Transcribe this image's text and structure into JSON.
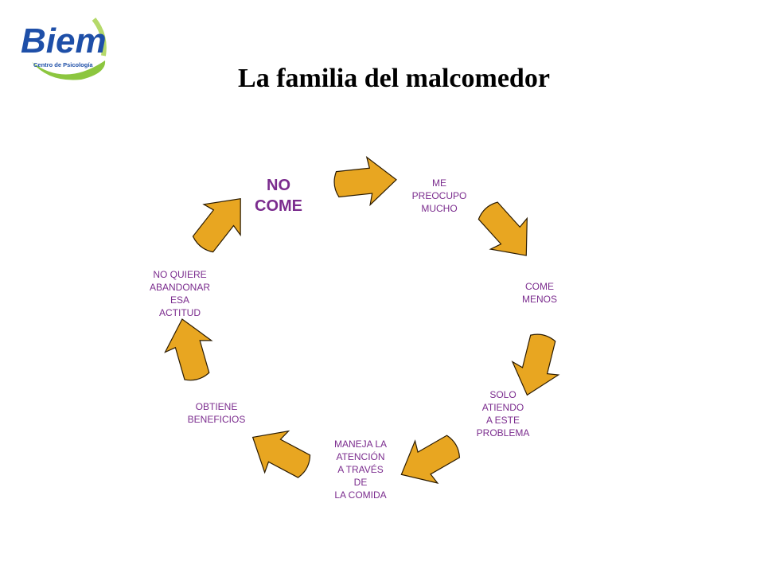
{
  "logo": {
    "brand": "Biem",
    "tagline": "Centro de Psicología"
  },
  "title": "La familia del malcomedor",
  "colors": {
    "arrow_fill": "#E8A621",
    "arrow_stroke": "#2a1a00",
    "text": "#7B2C8E",
    "logo_blue": "#1E4FA8",
    "logo_green": "#8CC63F"
  },
  "cycle": [
    {
      "id": "no-come",
      "label": "NO\nCOME"
    },
    {
      "id": "me-preocupo",
      "label": "ME\nPREOCUPO\nMUCHO"
    },
    {
      "id": "come-menos",
      "label": "COME\nMENOS"
    },
    {
      "id": "solo-atiendo",
      "label": "SOLO\nATIENDO\nA ESTE\nPROBLEMA"
    },
    {
      "id": "maneja-atencion",
      "label": "MANEJA LA\nATENCIÓN\nA TRAVÉS\nDE\nLA COMIDA"
    },
    {
      "id": "obtiene-beneficios",
      "label": "OBTIENE\nBENEFICIOS"
    },
    {
      "id": "no-quiere",
      "label": "NO QUIERE\nABANDONAR\nESA\nACTITUD"
    }
  ]
}
